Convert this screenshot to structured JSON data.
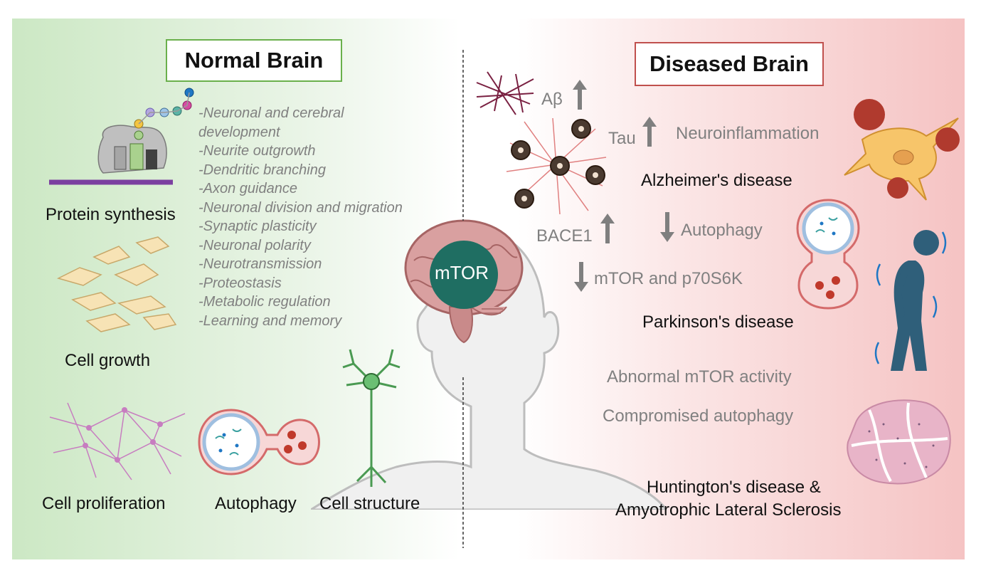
{
  "normal": {
    "title": "Normal Brain",
    "functions": [
      "-Neuronal and cerebral",
      "development",
      "-Neurite outgrowth",
      "-Dendritic branching",
      "-Axon guidance",
      "-Neuronal division and migration",
      "-Synaptic plasticity",
      "-Neuronal polarity",
      "-Neurotransmission",
      "-Proteostasis",
      "-Metabolic regulation",
      "-Learning and memory"
    ],
    "protein_synthesis": "Protein synthesis",
    "cell_growth": "Cell growth",
    "cell_proliferation": "Cell proliferation",
    "autophagy": "Autophagy",
    "cell_structure": "Cell structure"
  },
  "center": {
    "mtor": "mTOR"
  },
  "disease": {
    "title": "Diseased Brain",
    "abeta": "Aβ",
    "tau": "Tau",
    "neuroinflammation": "Neuroinflammation",
    "alzheimers": "Alzheimer's disease",
    "bace1": "BACE1",
    "autophagy": "Autophagy",
    "mtor_p70": "mTOR and p70S6K",
    "parkinsons": "Parkinson's disease",
    "abnormal_mtor": "Abnormal mTOR activity",
    "compromised_autophagy": "Compromised autophagy",
    "huntington_line1": "Huntington's disease &",
    "huntington_line2": "Amyotrophic Lateral Sclerosis"
  },
  "colors": {
    "normal_border": "#6ab04c",
    "disease_border": "#c0504d",
    "mtor_circle": "#1f6e62",
    "gray_text": "#808080",
    "arrow": "#7f7f7f"
  },
  "icons": [
    "ribosome-icon",
    "cell-cluster-icon",
    "neural-network-icon",
    "autophagosome-icon",
    "neuron-icon",
    "head-silhouette-icon",
    "brain-icon",
    "amyloid-fibril-icon",
    "tau-tangle-icon",
    "microglia-icon",
    "autophagosome-icon",
    "patient-figure-icon",
    "striatum-tissue-icon",
    "arrow-up-icon",
    "arrow-down-icon"
  ]
}
